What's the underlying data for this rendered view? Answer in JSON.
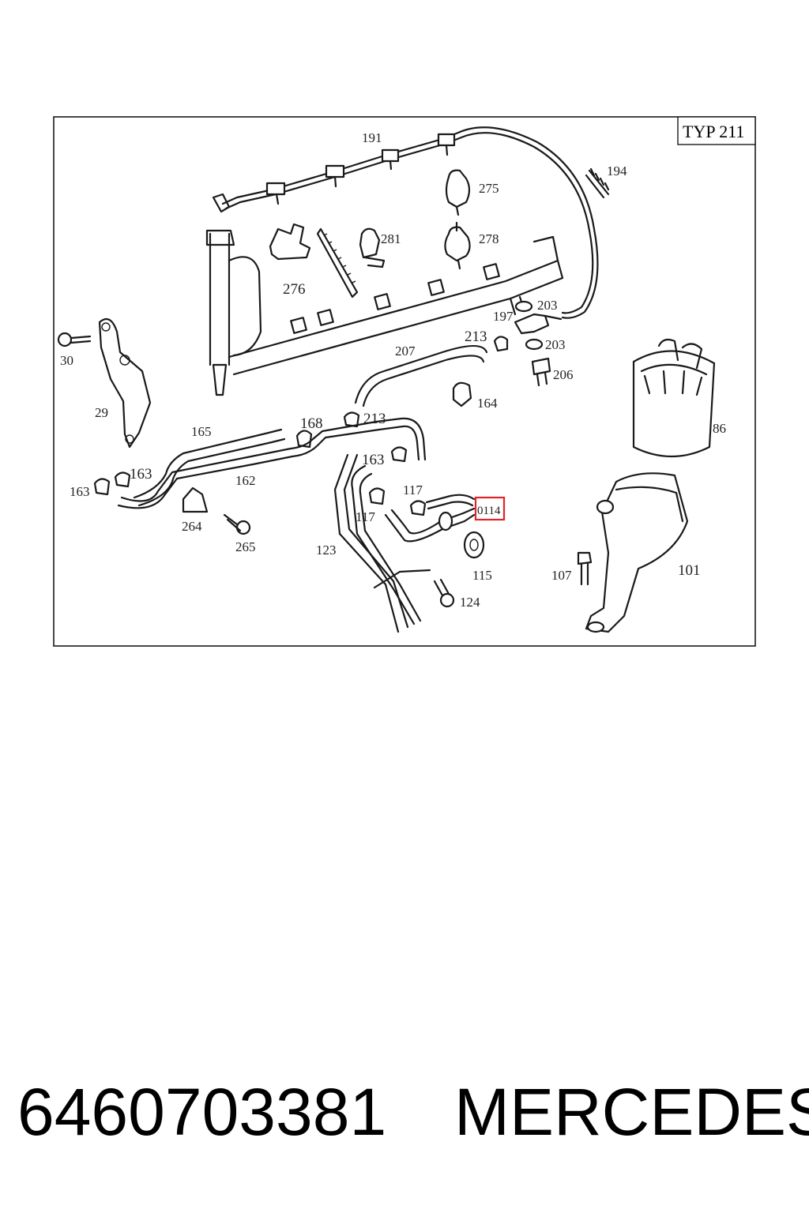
{
  "diagram": {
    "type_badge": "TYP 211",
    "highlight_label": "0114",
    "labels": {
      "l191": "191",
      "l194": "194",
      "l275": "275",
      "l281": "281",
      "l278": "278",
      "l276": "276",
      "l203a": "203",
      "l197": "197",
      "l213a": "213",
      "l203b": "203",
      "l207": "207",
      "l206": "206",
      "l164": "164",
      "l30": "30",
      "l29": "29",
      "l86": "86",
      "l165": "165",
      "l168": "168",
      "l213b": "213",
      "l163a": "163",
      "l163b": "163",
      "l163c": "163",
      "l162": "162",
      "l117a": "117",
      "l117b": "117",
      "l264": "264",
      "l265": "265",
      "l123": "123",
      "l115": "115",
      "l124": "124",
      "l107": "107",
      "l101": "101"
    }
  },
  "caption": {
    "part_number": "6460703381",
    "brand": "MERCEDES"
  },
  "colors": {
    "line": "#1a1a1a",
    "highlight": "#e0242b"
  }
}
